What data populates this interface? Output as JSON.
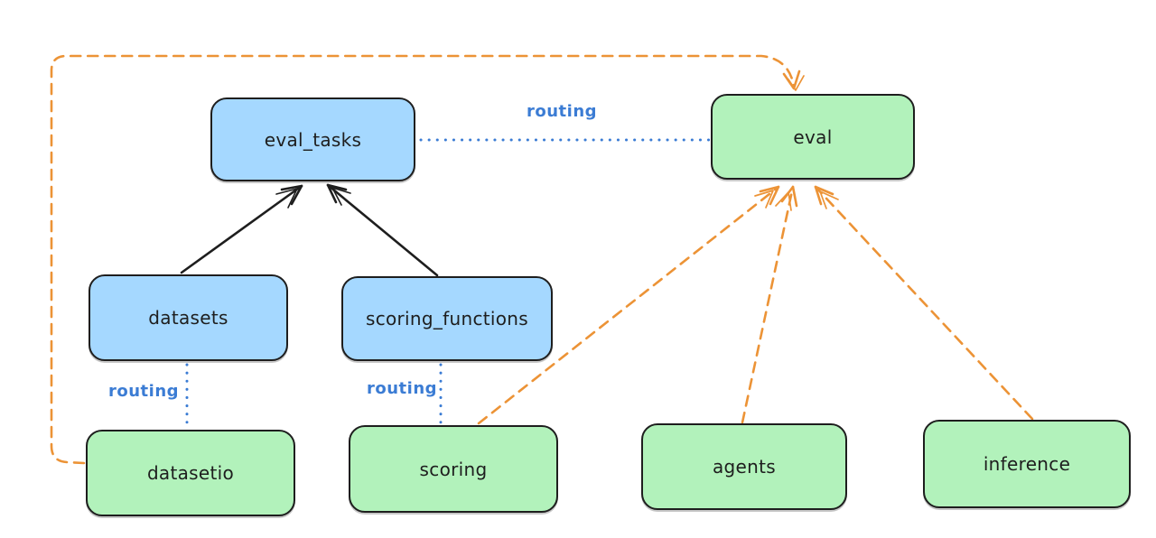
{
  "diagram": {
    "background": "#ffffff",
    "colors": {
      "resource_box_fill": "#a5d8ff",
      "api_box_fill": "#b2f2bb",
      "box_stroke": "#1e1e1e",
      "routing_blue": "#3b7cd4",
      "dependency_orange": "#ec9336",
      "text": "#1e1e1e"
    },
    "nodes": [
      {
        "id": "eval_tasks",
        "label": "eval_tasks",
        "fill": "#a5d8ff"
      },
      {
        "id": "eval",
        "label": "eval",
        "fill": "#b2f2bb"
      },
      {
        "id": "datasets",
        "label": "datasets",
        "fill": "#a5d8ff"
      },
      {
        "id": "scoring_functions",
        "label": "scoring_functions",
        "fill": "#a5d8ff"
      },
      {
        "id": "datasetio",
        "label": "datasetio",
        "fill": "#b2f2bb"
      },
      {
        "id": "scoring",
        "label": "scoring",
        "fill": "#b2f2bb"
      },
      {
        "id": "agents",
        "label": "agents",
        "fill": "#b2f2bb"
      },
      {
        "id": "inference",
        "label": "inference",
        "fill": "#b2f2bb"
      }
    ],
    "edges": [
      {
        "from": "datasets",
        "to": "eval_tasks",
        "style": "solid",
        "color": "#1e1e1e",
        "arrow": "to",
        "label": ""
      },
      {
        "from": "scoring_functions",
        "to": "eval_tasks",
        "style": "solid",
        "color": "#1e1e1e",
        "arrow": "to",
        "label": ""
      },
      {
        "from": "eval_tasks",
        "to": "eval",
        "style": "dotted",
        "color": "#3b7cd4",
        "arrow": "none",
        "label": "routing"
      },
      {
        "from": "datasets",
        "to": "datasetio",
        "style": "dotted",
        "color": "#3b7cd4",
        "arrow": "none",
        "label": "routing"
      },
      {
        "from": "scoring_functions",
        "to": "scoring",
        "style": "dotted",
        "color": "#3b7cd4",
        "arrow": "none",
        "label": "routing"
      },
      {
        "from": "datasetio",
        "to": "eval",
        "style": "dashed",
        "color": "#ec9336",
        "arrow": "to",
        "label": ""
      },
      {
        "from": "scoring",
        "to": "eval",
        "style": "dashed",
        "color": "#ec9336",
        "arrow": "to",
        "label": ""
      },
      {
        "from": "agents",
        "to": "eval",
        "style": "dashed",
        "color": "#ec9336",
        "arrow": "to",
        "label": ""
      },
      {
        "from": "inference",
        "to": "eval",
        "style": "dashed",
        "color": "#ec9336",
        "arrow": "to",
        "label": ""
      }
    ]
  }
}
